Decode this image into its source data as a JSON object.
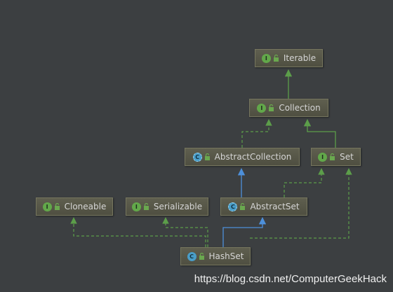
{
  "nodes": {
    "iterable": {
      "kind": "interface",
      "badge": "I",
      "label": "Iterable"
    },
    "collection": {
      "kind": "interface",
      "badge": "I",
      "label": "Collection"
    },
    "abstract_collection": {
      "kind": "abstract",
      "badge": "C",
      "label": "AbstractCollection"
    },
    "set": {
      "kind": "interface",
      "badge": "I",
      "label": "Set"
    },
    "cloneable": {
      "kind": "interface",
      "badge": "I",
      "label": "Cloneable"
    },
    "serializable": {
      "kind": "interface",
      "badge": "I",
      "label": "Serializable"
    },
    "abstract_set": {
      "kind": "abstract",
      "badge": "C",
      "label": "AbstractSet"
    },
    "hash_set": {
      "kind": "class",
      "badge": "C",
      "label": "HashSet"
    }
  },
  "relations": [
    {
      "from": "collection",
      "to": "iterable",
      "type": "interface-extends"
    },
    {
      "from": "abstract_collection",
      "to": "collection",
      "type": "implements"
    },
    {
      "from": "set",
      "to": "collection",
      "type": "interface-extends"
    },
    {
      "from": "abstract_set",
      "to": "abstract_collection",
      "type": "extends"
    },
    {
      "from": "abstract_set",
      "to": "set",
      "type": "implements"
    },
    {
      "from": "hash_set",
      "to": "abstract_set",
      "type": "extends"
    },
    {
      "from": "hash_set",
      "to": "cloneable",
      "type": "implements"
    },
    {
      "from": "hash_set",
      "to": "serializable",
      "type": "implements"
    },
    {
      "from": "hash_set",
      "to": "set",
      "type": "implements"
    }
  ],
  "colors": {
    "background": "#3c3f41",
    "interface_line": "#5c9e4a",
    "class_line": "#4d8fd9",
    "interface_badge": "#62a84a",
    "class_badge": "#4a9ec9"
  },
  "watermark": "https://blog.csdn.net/ComputerGeekHack"
}
